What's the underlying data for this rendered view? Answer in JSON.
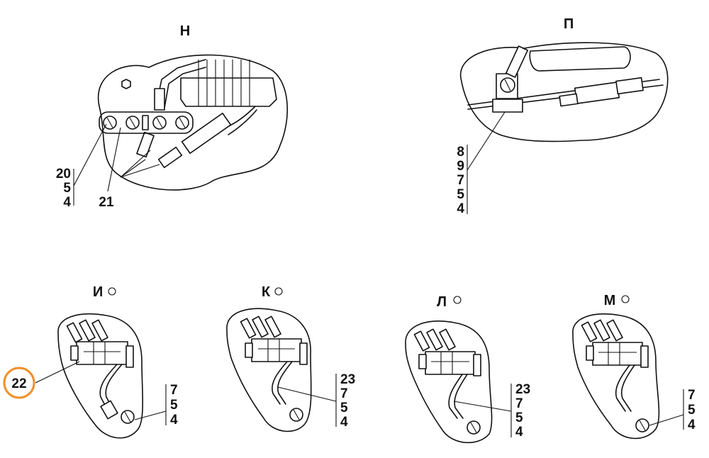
{
  "colors": {
    "ink": "#111111",
    "highlight": "#f0902a",
    "background": "#ffffff"
  },
  "views": {
    "N": {
      "title": "Н",
      "callout_stack": [
        "20",
        "5",
        "4"
      ],
      "callout_single": "21"
    },
    "P": {
      "title": "П",
      "callout_stack": [
        "8",
        "9",
        "7",
        "5",
        "4"
      ]
    },
    "I": {
      "title": "И",
      "callout_stack": [
        "7",
        "5",
        "4"
      ],
      "callout_highlight": "22"
    },
    "K": {
      "title": "К",
      "callout_stack": [
        "23",
        "7",
        "5",
        "4"
      ]
    },
    "L": {
      "title": "Л",
      "callout_stack": [
        "23",
        "7",
        "5",
        "4"
      ]
    },
    "M": {
      "title": "М",
      "callout_stack": [
        "7",
        "5",
        "4"
      ]
    }
  }
}
